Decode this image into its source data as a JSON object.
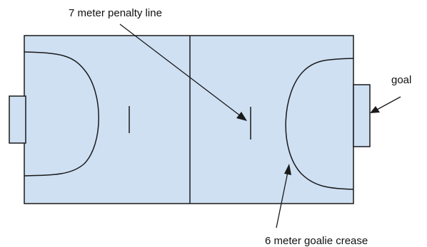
{
  "labels": {
    "penalty_line": "7 meter penalty line",
    "goal": "goal",
    "goalie_crease": "6 meter goalie crease"
  },
  "colors": {
    "court_fill": "#cfe0f3",
    "lines": "#1a1a1a",
    "background": "#ffffff"
  }
}
